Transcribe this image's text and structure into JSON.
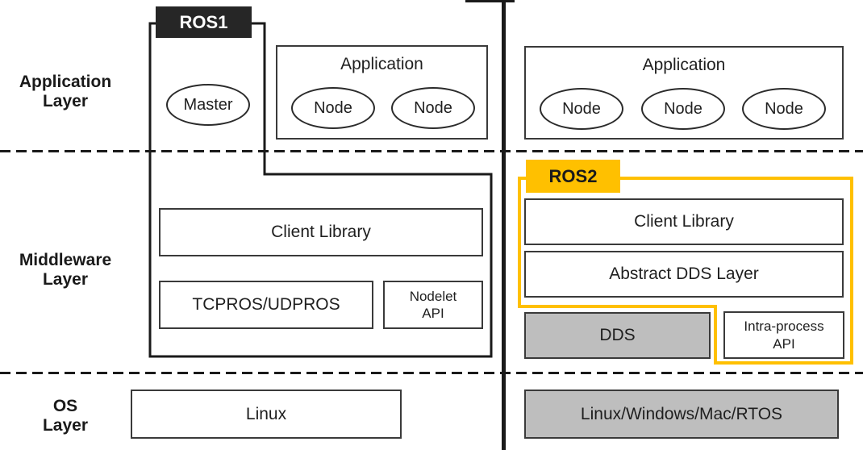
{
  "colors": {
    "accent_yellow": "#FFC000",
    "badge_black": "#262626",
    "box_gray": "#BEBEBE",
    "line_black": "#1A1A1A"
  },
  "layer_labels": {
    "application": "Application\nLayer",
    "middleware": "Middleware\nLayer",
    "os": "OS\nLayer"
  },
  "ros1": {
    "badge_label": "ROS1",
    "application_box": {
      "title": "Application",
      "nodes": [
        "Node",
        "Node"
      ]
    },
    "master_label": "Master",
    "client_library_label": "Client Library",
    "transport_label": "TCPROS/UDPROS",
    "nodelet_api_label": "Nodelet\nAPI",
    "os_label": "Linux"
  },
  "ros2": {
    "badge_label": "ROS2",
    "application_box": {
      "title": "Application",
      "nodes": [
        "Node",
        "Node",
        "Node"
      ]
    },
    "client_library_label": "Client Library",
    "abstract_dds_label": "Abstract DDS Layer",
    "dds_label": "DDS",
    "intra_process_label": "Intra-process\nAPI",
    "os_label": "Linux/Windows/Mac/RTOS"
  }
}
